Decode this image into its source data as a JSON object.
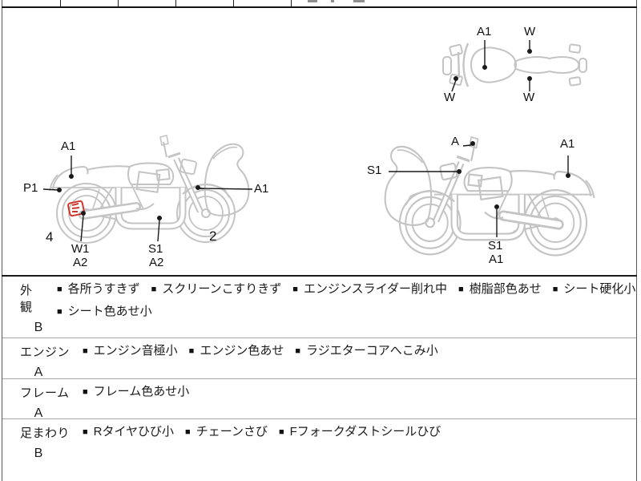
{
  "diagrams": {
    "top_view": {
      "labels": {
        "a1": "A1",
        "w_top": "W",
        "w_left": "W",
        "w_bottom": "W"
      }
    },
    "left_side_view": {
      "labels": {
        "a1_tail": "A1",
        "p1": "P1",
        "a1_front": "A1",
        "num_rear": "4",
        "w1": "W1",
        "a2_rear": "A2",
        "s1": "S1",
        "a2_mid": "A2",
        "num_front": "2"
      }
    },
    "right_side_view": {
      "labels": {
        "a_mirror": "A",
        "a1_tail": "A1",
        "s1_front": "S1",
        "s1_engine": "S1",
        "a1_engine": "A1"
      }
    }
  },
  "table": {
    "marker": "■",
    "rows": [
      {
        "category": "外　観",
        "grade": "B",
        "lines": [
          [
            "各所うすきず",
            "スクリーンこすりきず",
            "エンジンスライダー削れ中",
            "樹脂部色あせ",
            "シート硬化小"
          ],
          [
            "シート色あせ小"
          ]
        ]
      },
      {
        "category": "エンジン",
        "grade": "A",
        "lines": [
          [
            "エンジン音極小",
            "エンジン色あせ",
            "ラジエターコアへこみ小"
          ]
        ]
      },
      {
        "category": "フレーム",
        "grade": "A",
        "lines": [
          [
            "フレーム色あせ小"
          ]
        ]
      },
      {
        "category": "足まわり",
        "grade": "B",
        "lines": [
          [
            "Rタイヤひび小",
            "チェーンさび",
            "Fフォークダストシールひび"
          ]
        ]
      }
    ]
  },
  "colors": {
    "line_art": "#c4c4c4",
    "label": "#111111",
    "highlight": "#d0342c"
  }
}
